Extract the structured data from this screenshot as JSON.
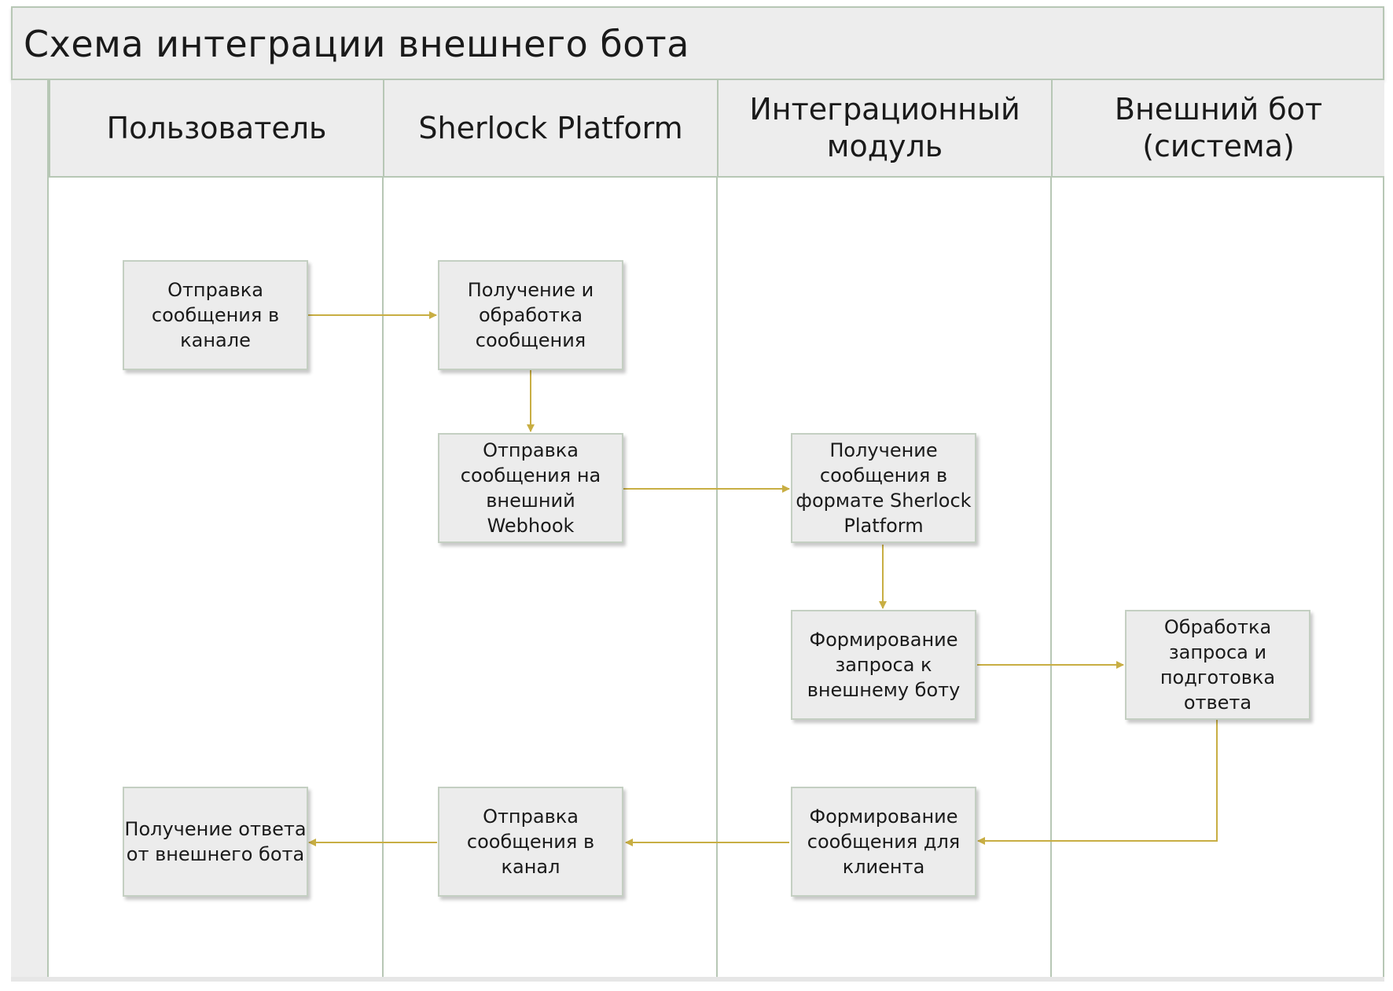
{
  "title": "Схема интеграции внешнего бота",
  "lanes": [
    {
      "label": "Пользователь"
    },
    {
      "label": "Sherlock Platform"
    },
    {
      "label": "Интеграционный\nмодуль"
    },
    {
      "label": "Внешний бот\n(система)"
    }
  ],
  "steps": {
    "user_send": "Отправка\nсообщения в\nканале",
    "platform_receive": "Получение и\nобработка\nсообщения",
    "platform_webhook": "Отправка\nсообщения на\nвнешний\nWebhook",
    "module_receive": "Получение\nсообщения в\nформате Sherlock\nPlatform",
    "module_request": "Формирование\nзапроса к\nвнешнему боту",
    "bot_process": "Обработка\nзапроса и\nподготовка\nответа",
    "module_client_msg": "Формирование\nсообщения для\nклиента",
    "platform_send": "Отправка\nсообщения в\nканал",
    "user_receive": "Получение ответа\nот внешнего бота"
  },
  "colors": {
    "connector": "#c8ae43",
    "lane_border": "#b7c7b5",
    "header_fill": "#ededed",
    "box_fill": "#ececec"
  }
}
